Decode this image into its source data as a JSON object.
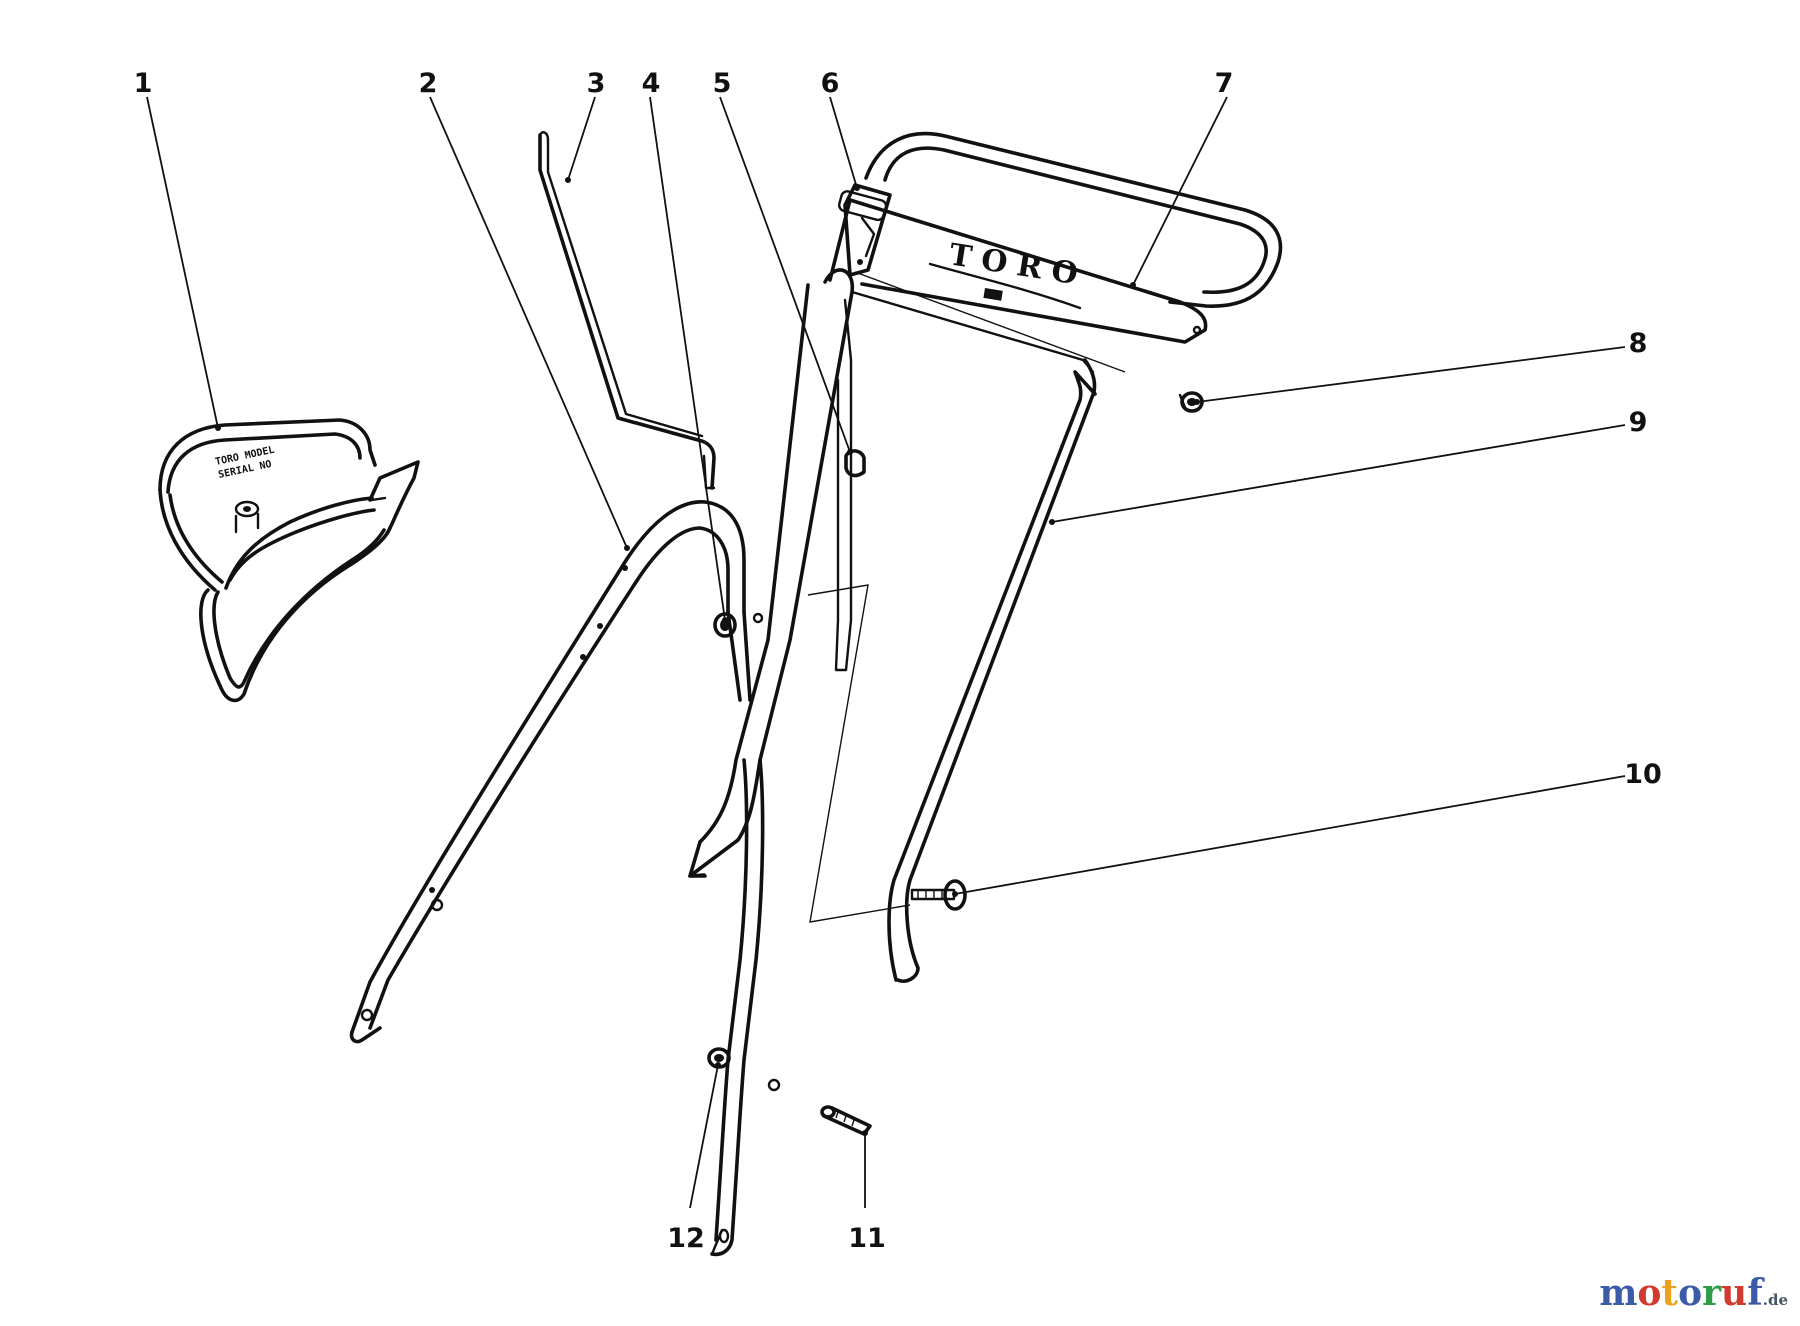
{
  "callouts": [
    "1",
    "2",
    "3",
    "4",
    "5",
    "6",
    "7",
    "8",
    "9",
    "10",
    "11",
    "12"
  ],
  "handle_panel": {
    "brand_text": "TORO"
  },
  "grass_bag_stencil": {
    "line_1": "TORO MODEL",
    "line_2": "SERIAL NO"
  },
  "watermark": {
    "text": "motoruf",
    "suffix": ".de",
    "colors": [
      "#3b5aa8",
      "#d23a2f",
      "#e8a21b",
      "#3b5aa8",
      "#2f9c48",
      "#d23a2f",
      "#3b5aa8"
    ]
  }
}
